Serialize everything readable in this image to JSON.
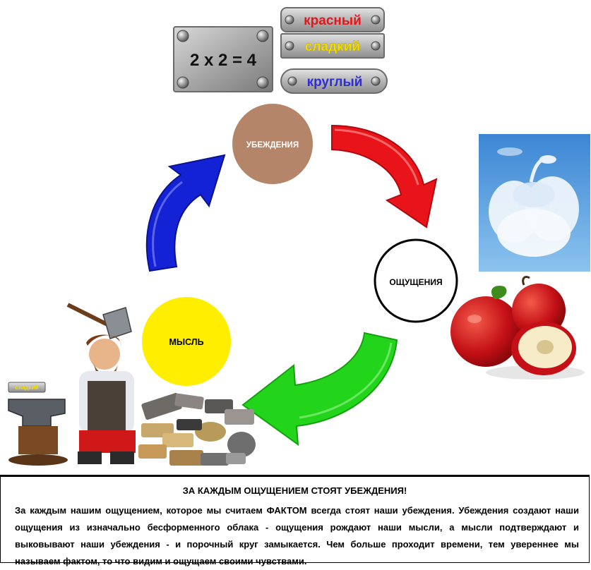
{
  "plates": {
    "equation": "2 x 2 = 4",
    "red": "красный",
    "sweet": "сладкий",
    "round": "круглый",
    "small_sweet": "сладкий"
  },
  "nodes": {
    "beliefs": "УБЕЖДЕНИЯ",
    "sensations": "ОЩУЩЕНИЯ",
    "thought": "МЫСЛЬ"
  },
  "caption": {
    "title": "ЗА КАЖДЫМ ОЩУЩЕНИЕМ СТОЯТ УБЕЖДЕНИЯ!",
    "body": "За каждым нашим ощущением, которое мы считаем ФАКТОМ всегда стоят наши убеждения. Убеждения создают наши ощущения из изначально бесформенного облака - ощущения рождают наши мысли, а мысли подтверждают и выковывают наши убеждения - и порочный круг замыкается. Чем больше проходит времени, тем увереннее мы называем фактом, то что видим и ощущаем своими чувствами."
  },
  "colors": {
    "beliefs_fill": "#b5856a",
    "thought_fill": "#ffee00",
    "arrow_red": "#e8141a",
    "arrow_green": "#22d41a",
    "arrow_blue": "#1422d6",
    "plate_red_text": "#e8141a",
    "plate_yellow_text": "#f5e000",
    "plate_blue_text": "#2d2dd6"
  }
}
